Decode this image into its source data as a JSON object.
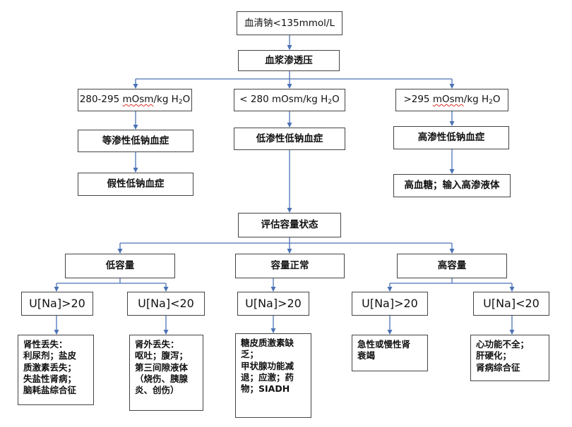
{
  "root": "血清钠<135mmol/L",
  "plasma": "血浆渗透压",
  "osm": {
    "iso": {
      "prefix": "280-295 ",
      "unit": "mOsm",
      "suffix": "/kg H",
      "sub": "2",
      "tail": "O"
    },
    "hypo": {
      "prefix": "< 280 ",
      "unit": "mOsm",
      "suffix": "/kg H",
      "sub": "2",
      "tail": "O"
    },
    "hyper": {
      "prefix": ">295 ",
      "unit": "mOsm",
      "suffix": "/kg H",
      "sub": "2",
      "tail": "O"
    }
  },
  "types": {
    "iso": "等渗性低钠血症",
    "hypo": "低渗性低钠血症",
    "hyper": "高渗性低钠血症"
  },
  "causes": {
    "iso": "假性低钠血症",
    "hyper": "高血糖；输入高渗液体"
  },
  "assess": "评估容量状态",
  "volume": {
    "low": "低容量",
    "normal": "容量正常",
    "high": "高容量"
  },
  "urine": {
    "low_gt": "U[Na]>20",
    "low_lt": "U[Na]<20",
    "normal_gt": "U[Na]>20",
    "high_gt": "U[Na]>20",
    "high_lt": "U[Na]<20"
  },
  "leaves": {
    "renal_loss": "肾性丢失：\n利尿剂；盐皮\n质激素丢失；\n失盐性肾病；\n脑耗盐综合征",
    "extrarenal_loss": "肾外丢失：\n呕吐；腹泻；\n第三间隙液体\n（烧伤、胰腺\n炎、创伤）",
    "euvolemic": "糖皮质激素缺\n乏；\n甲状腺功能减\n退；应激；药\n物；SIADH",
    "renal_failure": "急性或慢性肾\n衰竭",
    "edema": "心功能不全；\n肝硬化；\n肾病综合征"
  },
  "colors": {
    "connector": "#4a72b5",
    "border": "#444444",
    "spellcheck_underline": "#d9342b"
  }
}
